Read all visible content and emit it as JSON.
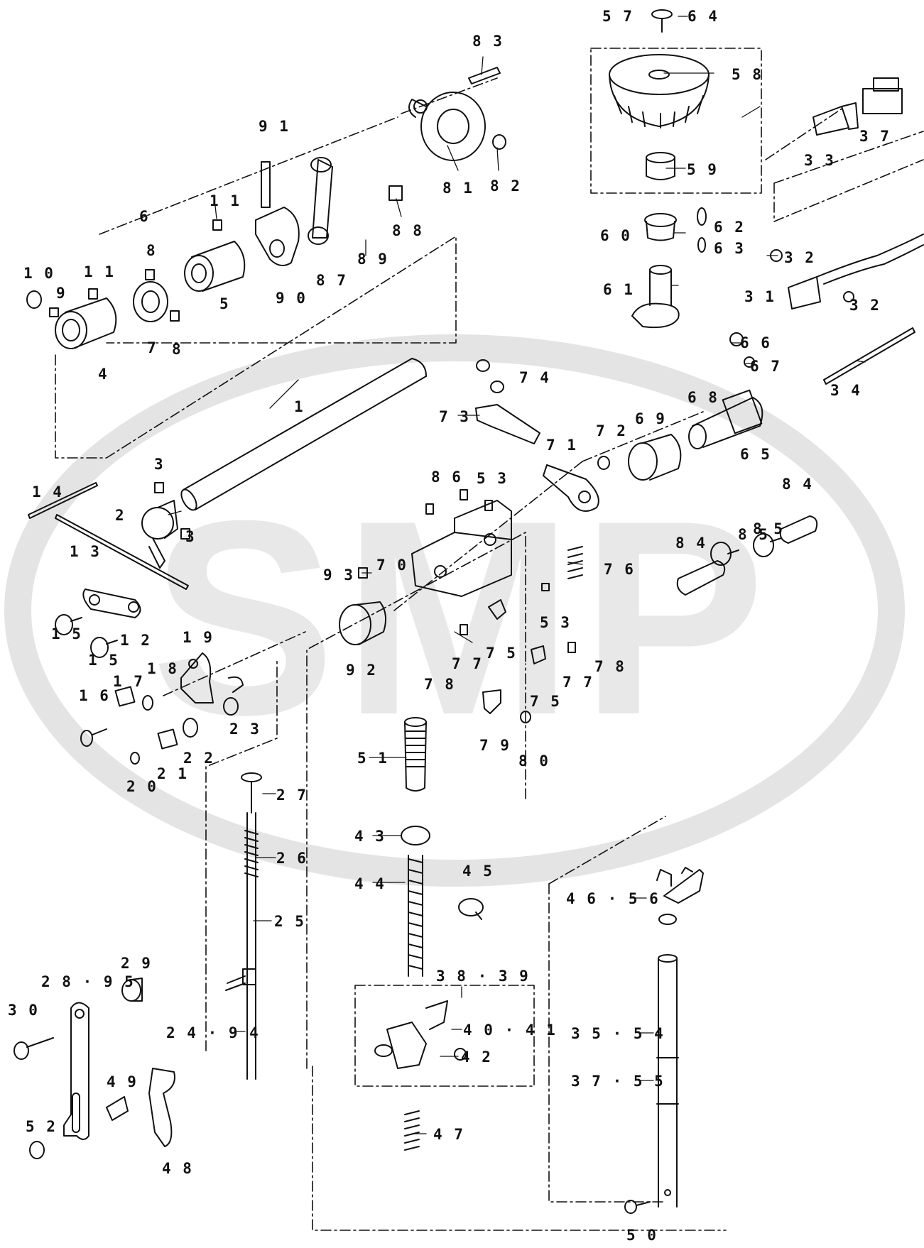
{
  "watermark": {
    "text": "SMP",
    "color": "#e6e6e6"
  },
  "diagram": {
    "type": "exploded-parts-diagram",
    "line_color": "#111111",
    "callouts": [
      {
        "id": "83",
        "label": "8 3"
      },
      {
        "id": "64",
        "label": "6 4"
      },
      {
        "id": "57",
        "label": "5 7"
      },
      {
        "id": "58",
        "label": "5 8"
      },
      {
        "id": "37a",
        "label": "3 7"
      },
      {
        "id": "33",
        "label": "3 3"
      },
      {
        "id": "91",
        "label": "9 1"
      },
      {
        "id": "81",
        "label": "8 1"
      },
      {
        "id": "82",
        "label": "8 2"
      },
      {
        "id": "59",
        "label": "5 9"
      },
      {
        "id": "11a",
        "label": "1 1"
      },
      {
        "id": "88",
        "label": "8 8"
      },
      {
        "id": "6",
        "label": "6"
      },
      {
        "id": "8a",
        "label": "8"
      },
      {
        "id": "89",
        "label": "8 9"
      },
      {
        "id": "62",
        "label": "6 2"
      },
      {
        "id": "60",
        "label": "6 0"
      },
      {
        "id": "63",
        "label": "6 3"
      },
      {
        "id": "32a",
        "label": "3 2"
      },
      {
        "id": "10",
        "label": "1 0"
      },
      {
        "id": "11b",
        "label": "1 1"
      },
      {
        "id": "87",
        "label": "8 7"
      },
      {
        "id": "61",
        "label": "6 1"
      },
      {
        "id": "9",
        "label": "9"
      },
      {
        "id": "5",
        "label": "5"
      },
      {
        "id": "90",
        "label": "9 0"
      },
      {
        "id": "31",
        "label": "3 1"
      },
      {
        "id": "32b",
        "label": "3 2"
      },
      {
        "id": "7",
        "label": "7"
      },
      {
        "id": "8b",
        "label": "8"
      },
      {
        "id": "66",
        "label": "6 6"
      },
      {
        "id": "4",
        "label": "4"
      },
      {
        "id": "67",
        "label": "6 7"
      },
      {
        "id": "74",
        "label": "7 4"
      },
      {
        "id": "34",
        "label": "3 4"
      },
      {
        "id": "68",
        "label": "6 8"
      },
      {
        "id": "1",
        "label": "1"
      },
      {
        "id": "73",
        "label": "7 3"
      },
      {
        "id": "69",
        "label": "6 9"
      },
      {
        "id": "72",
        "label": "7 2"
      },
      {
        "id": "65",
        "label": "6 5"
      },
      {
        "id": "71",
        "label": "7 1"
      },
      {
        "id": "3a",
        "label": "3"
      },
      {
        "id": "86",
        "label": "8 6"
      },
      {
        "id": "53a",
        "label": "5 3"
      },
      {
        "id": "84a",
        "label": "8 4"
      },
      {
        "id": "14",
        "label": "1 4"
      },
      {
        "id": "85a",
        "label": "8 5"
      },
      {
        "id": "2",
        "label": "2"
      },
      {
        "id": "3b",
        "label": "3"
      },
      {
        "id": "84b",
        "label": "8 4"
      },
      {
        "id": "85b",
        "label": "8 5"
      },
      {
        "id": "13",
        "label": "1 3"
      },
      {
        "id": "70",
        "label": "7 0"
      },
      {
        "id": "76",
        "label": "7 6"
      },
      {
        "id": "93",
        "label": "9 3"
      },
      {
        "id": "53b",
        "label": "5 3"
      },
      {
        "id": "15a",
        "label": "1 5"
      },
      {
        "id": "12",
        "label": "1 2"
      },
      {
        "id": "19",
        "label": "1 9"
      },
      {
        "id": "15b",
        "label": "1 5"
      },
      {
        "id": "77a",
        "label": "7 7"
      },
      {
        "id": "75a",
        "label": "7 5"
      },
      {
        "id": "78a",
        "label": "7 8"
      },
      {
        "id": "18",
        "label": "1 8"
      },
      {
        "id": "92",
        "label": "9 2"
      },
      {
        "id": "77b",
        "label": "7 7"
      },
      {
        "id": "17",
        "label": "1 7"
      },
      {
        "id": "78b",
        "label": "7 8"
      },
      {
        "id": "16",
        "label": "1 6"
      },
      {
        "id": "75b",
        "label": "7 5"
      },
      {
        "id": "23",
        "label": "2 3"
      },
      {
        "id": "79",
        "label": "7 9"
      },
      {
        "id": "22",
        "label": "2 2"
      },
      {
        "id": "51",
        "label": "5 1"
      },
      {
        "id": "20",
        "label": "2 0"
      },
      {
        "id": "21",
        "label": "2 1"
      },
      {
        "id": "80",
        "label": "8 0"
      },
      {
        "id": "27",
        "label": "2 7"
      },
      {
        "id": "43",
        "label": "4 3"
      },
      {
        "id": "26",
        "label": "2 6"
      },
      {
        "id": "45",
        "label": "4 5"
      },
      {
        "id": "44",
        "label": "4 4"
      },
      {
        "id": "46-56",
        "label": "4 6 · 5 6"
      },
      {
        "id": "25",
        "label": "2 5"
      },
      {
        "id": "29",
        "label": "2 9"
      },
      {
        "id": "38-39",
        "label": "3 8 · 3 9"
      },
      {
        "id": "28-95",
        "label": "2 8 · 9 5"
      },
      {
        "id": "30",
        "label": "3 0"
      },
      {
        "id": "24-94",
        "label": "2 4 · 9 4"
      },
      {
        "id": "40-41",
        "label": "4 0 · 4 1"
      },
      {
        "id": "35-54",
        "label": "3 5 · 5 4"
      },
      {
        "id": "42",
        "label": "4 2"
      },
      {
        "id": "49",
        "label": "4 9"
      },
      {
        "id": "37-55",
        "label": "3 7 · 5 5"
      },
      {
        "id": "52",
        "label": "5 2"
      },
      {
        "id": "47",
        "label": "4 7"
      },
      {
        "id": "48",
        "label": "4 8"
      },
      {
        "id": "50",
        "label": "5 0"
      }
    ]
  }
}
